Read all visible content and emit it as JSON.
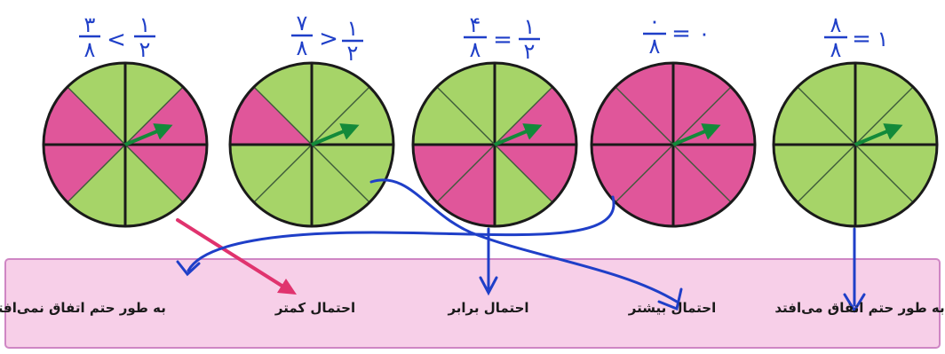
{
  "colors": {
    "pink": "#e0569a",
    "green": "#a6d468",
    "outline": "#1a1a1a",
    "arrow_green": "#138a3a",
    "annotation_blue": "#1f3fc8",
    "annotation_red": "#e0336e",
    "band_fill": "#f7cfe8",
    "band_stroke": "#cf86c4"
  },
  "spinners": [
    {
      "segments": [
        "green",
        "pink",
        "pink",
        "green",
        "green",
        "pink",
        "pink",
        "green"
      ],
      "fraction": {
        "num": "۳",
        "den": "۸",
        "op": "<",
        "rhs_num": "۱",
        "rhs_den": "۲"
      }
    },
    {
      "segments": [
        "green",
        "green",
        "green",
        "green",
        "green",
        "green",
        "pink",
        "green"
      ],
      "fraction": {
        "num": "۷",
        "den": "۸",
        "op": ">",
        "rhs_num": "۱",
        "rhs_den": "۲"
      }
    },
    {
      "segments": [
        "green",
        "pink",
        "pink",
        "green",
        "pink",
        "pink",
        "green",
        "green"
      ],
      "fraction": {
        "num": "۴",
        "den": "۸",
        "op": "=",
        "rhs_num": "۱",
        "rhs_den": "۲"
      }
    },
    {
      "segments": [
        "pink",
        "pink",
        "pink",
        "pink",
        "pink",
        "pink",
        "pink",
        "pink"
      ],
      "fraction": {
        "num": "۰",
        "den": "۸",
        "op": "=",
        "rhs": "۰"
      }
    },
    {
      "segments": [
        "green",
        "green",
        "green",
        "green",
        "green",
        "green",
        "green",
        "green"
      ],
      "fraction": {
        "num": "۸",
        "den": "۸",
        "op": "=",
        "rhs": "۱"
      }
    }
  ],
  "labels": [
    "به طور حتم اتفاق نمی‌افتد",
    "احتمال کمتر",
    "احتمال برابر",
    "احتمال بیشتر",
    "به طور حتم اتفاق می‌افتد"
  ]
}
